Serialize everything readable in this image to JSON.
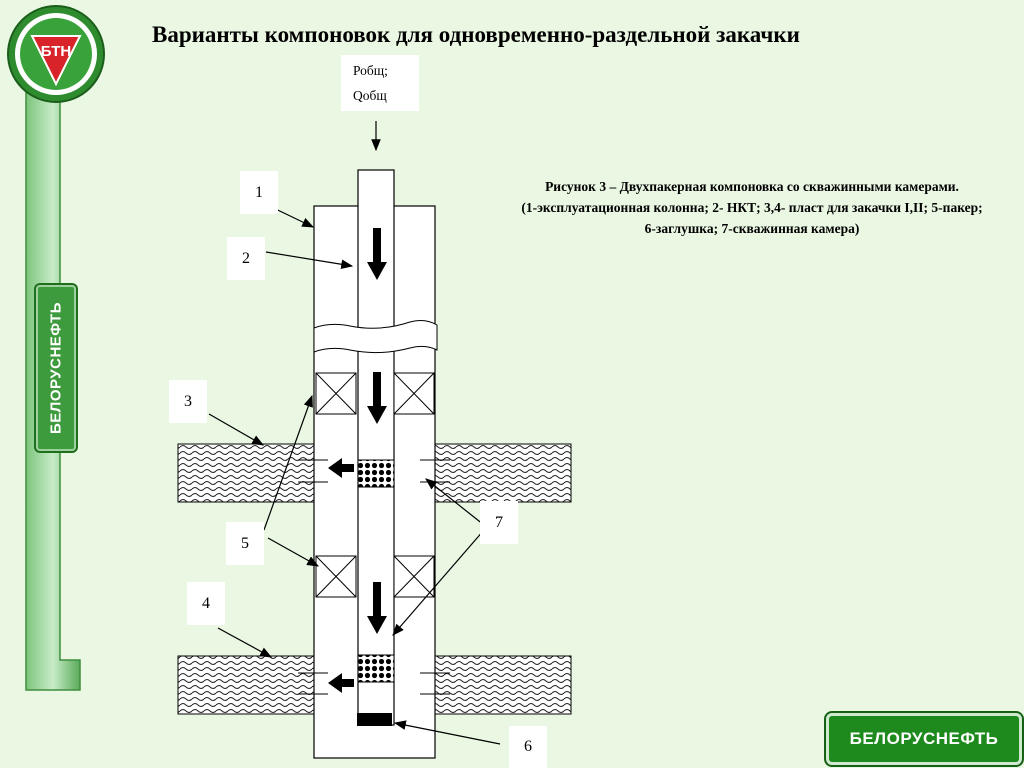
{
  "slide": {
    "title": "Варианты компоновок для одновременно-раздельной закачки",
    "logo_text": "БТН",
    "side_brand": "БЕЛОРУСНЕФТЬ",
    "corner_brand": "БЕЛОРУСНЕФТЬ"
  },
  "diagram": {
    "inflow_line1": "Робщ;",
    "inflow_line2": "Qобщ",
    "labels": [
      "1",
      "2",
      "3",
      "5",
      "4",
      "7",
      "6"
    ]
  },
  "caption": {
    "line1": "Рисунок 3 – Двухпакерная компоновка со скважинными камерами.",
    "line2": "(1-эксплуатационная колонна; 2- НКТ; 3,4- пласт для закачки I,II; 5-пакер;",
    "line3": "6-заглушка; 7-скважинная камера)"
  },
  "colors": {
    "background": "#eaf7e3",
    "brand_green": "#1e8a1e",
    "logo_red": "#d8232a"
  }
}
